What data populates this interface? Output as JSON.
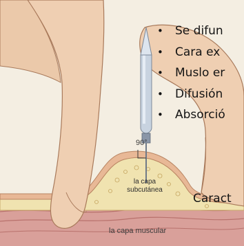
{
  "bullets": [
    "Se difun",
    "Cara ex",
    "Muslo er",
    "Difusión",
    "Absorció"
  ],
  "labels": {
    "angle": "90°",
    "subcutaneous": [
      "la capa",
      "subcutánea"
    ],
    "muscle": "la capa muscular"
  },
  "caption": "Caract",
  "icons": {
    "bullet": "bullet-dot"
  },
  "colors": {
    "background": "#f4eee2",
    "skin": "#e8c7a2",
    "fat_layer": "#f0e3b0",
    "muscle_layer": "#d9a09a",
    "needle": "#b9c6d6",
    "text": "#141414"
  }
}
